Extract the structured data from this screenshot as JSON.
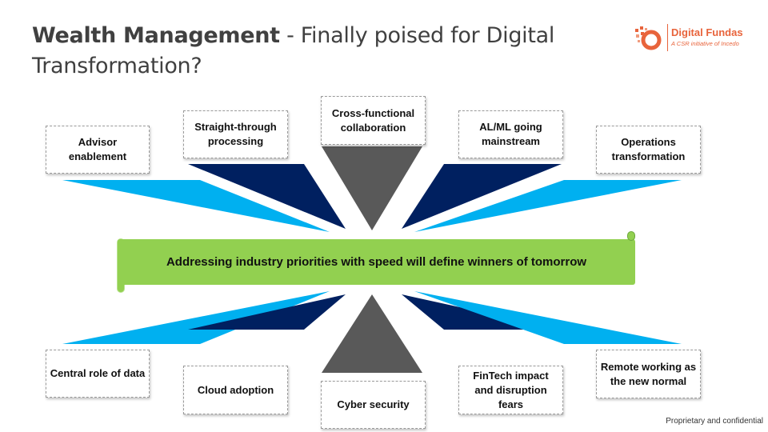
{
  "title": {
    "bold": "Wealth Management",
    "rest": " - Finally poised for Digital Transformation?"
  },
  "logo": {
    "name": "Digital Fundas",
    "tagline": "A CSR initiative of Incedo"
  },
  "banner": "Addressing industry priorities with speed will define winners of tomorrow",
  "top_items": [
    "Advisor enablement",
    "Straight-through processing",
    "Cross-functional collaboration",
    "AL/ML going mainstream",
    "Operations transformation"
  ],
  "bottom_items": [
    "Central role of data",
    "Cloud adoption",
    "Cyber security",
    "FinTech impact and disruption fears",
    "Remote working as the new normal"
  ],
  "footer": "Proprietary and confidential",
  "colors": {
    "light_blue": "#00b0f0",
    "navy": "#002060",
    "gray": "#595959",
    "green": "#92d050",
    "brand": "#e8643c"
  }
}
